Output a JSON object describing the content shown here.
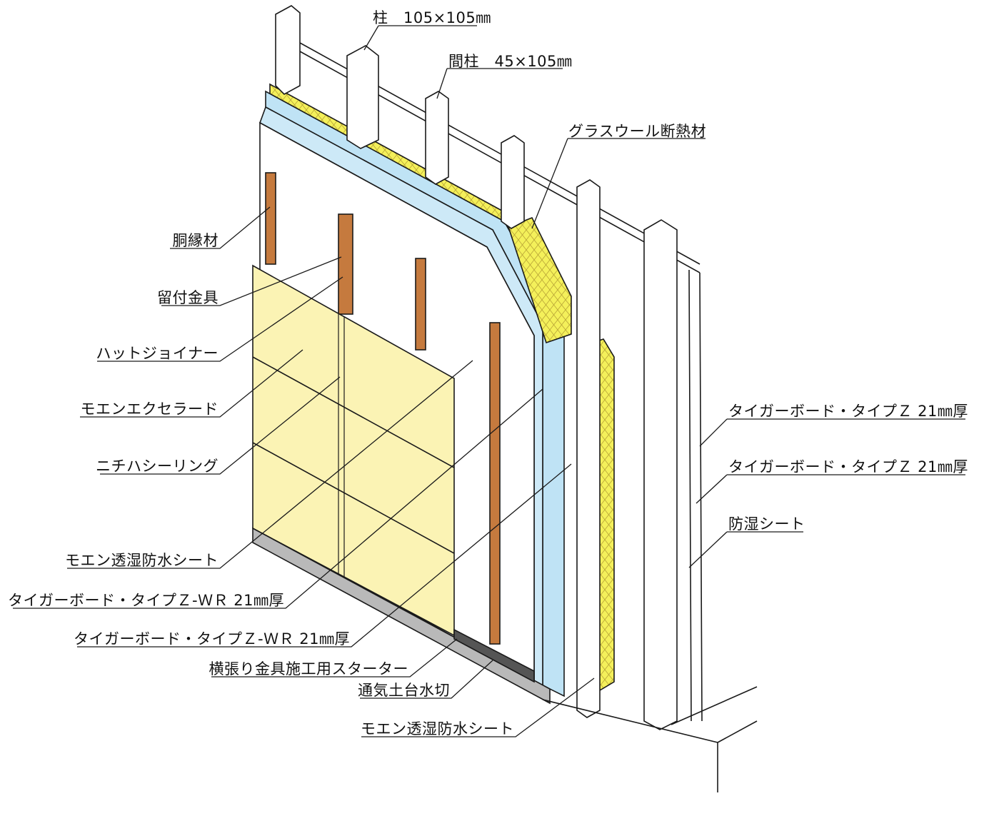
{
  "labels": {
    "column": "柱　105×105㎜",
    "stud": "間柱　45×105㎜",
    "glasswool": "グラスウール断熱材",
    "furring": "胴縁材",
    "fastener": "留付金具",
    "hat_joiner": "ハットジョイナー",
    "siding": "モエンエクセラード",
    "sealing": "ニチハシーリング",
    "wrap_sheet_outer": "モエン透湿防水シート",
    "board_wr_1": "タイガーボード・タイプＺ-ＷＲ 21㎜厚",
    "board_wr_2": "タイガーボード・タイプＺ-ＷＲ 21㎜厚",
    "starter": "横張り金具施工用スターター",
    "sill_flashing": "通気土台水切",
    "wrap_sheet_inner": "モエン透湿防水シート",
    "board_z_1": "タイガーボード・タイプＺ 21㎜厚",
    "board_z_2": "タイガーボード・タイプＺ 21㎜厚",
    "vapor_sheet": "防湿シート"
  },
  "colors": {
    "siding": "#fbf3b4",
    "insulation": "#f4f05a",
    "board_blue": "#bfe3f5",
    "furring_wood": "#c57a3e",
    "metal": "#b9b9b9",
    "line": "#1a1a1a"
  }
}
